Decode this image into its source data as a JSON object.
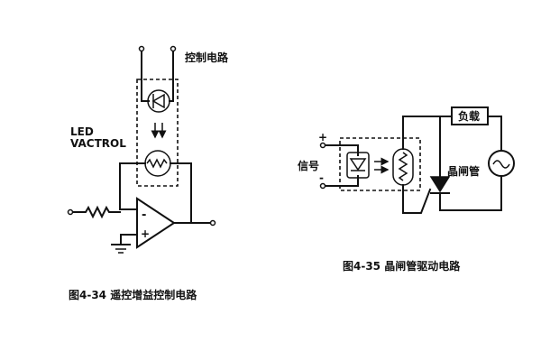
{
  "left_circuit": {
    "control_label": "控制电路",
    "led_label": "LED",
    "vactrol_label": "VACTROL",
    "minus_label": "-",
    "plus_label": "+",
    "caption": "图4-34 遥控增益控制电路"
  },
  "right_circuit": {
    "plus_label": "+",
    "minus_label": "-",
    "signal_label": "信号",
    "load_label": "负载",
    "thyristor_label": "晶闸管",
    "caption": "图4-35 晶闸管驱动电路"
  }
}
